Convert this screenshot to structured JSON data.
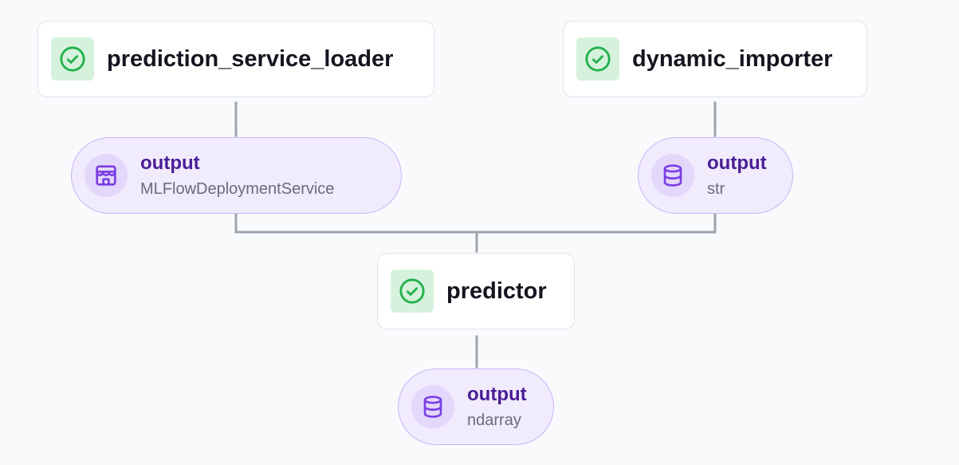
{
  "colors": {
    "background": "#f9fafc",
    "edge": "#9ea4ae",
    "step_status_bg": "#d6f2dd",
    "step_status_icon": "#22b14c",
    "artifact_bg": "#f0ebfd",
    "artifact_border": "#c9b5f7",
    "artifact_icon": "#7b3fe4",
    "artifact_name": "#4a1d96"
  },
  "steps": [
    {
      "name": "prediction_service_loader",
      "status_icon": "check-circle-icon"
    },
    {
      "name": "dynamic_importer",
      "status_icon": "check-circle-icon"
    },
    {
      "name": "predictor",
      "status_icon": "check-circle-icon"
    }
  ],
  "artifacts": [
    {
      "name": "output",
      "type": "MLFlowDeploymentService",
      "icon": "service-store-icon"
    },
    {
      "name": "output",
      "type": "str",
      "icon": "database-icon"
    },
    {
      "name": "output",
      "type": "ndarray",
      "icon": "database-icon"
    }
  ]
}
